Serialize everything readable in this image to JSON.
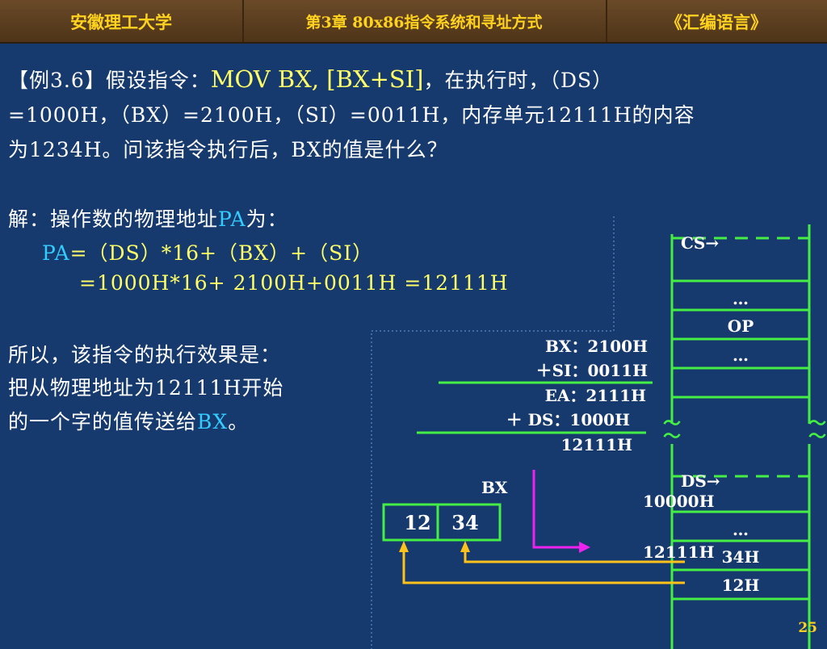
{
  "header": {
    "university": "安徽理工大学",
    "chapter": "第3章   80x86指令系统和寻址方式",
    "course": "《汇编语言》"
  },
  "problem": {
    "label": "【例3.6】",
    "intro": "假设指令：",
    "instruction": "MOV  BX, [BX+SI]",
    "line1_tail": "，在执行时，（DS）",
    "line2": "=1000H，（BX）=2100H，（SI）=0011H，内存单元12111H的内容",
    "line3": "为1234H。问该指令执行后，BX的值是什么？"
  },
  "solution": {
    "lead": "解：操作数的物理地址",
    "pa": "PA",
    "lead_tail": "为：",
    "formula_pa": "PA",
    "formula": "=（DS）*16+（BX）+（SI）",
    "result": "=1000H*16+ 2100H+0011H =12111H",
    "conclusion1": "所以，该指令的执行效果是：",
    "conclusion2": "把从物理地址为12111H开始",
    "conclusion3_pre": "的一个字的值传送给",
    "conclusion3_bx": "BX",
    "conclusion3_post": "。"
  },
  "calc": {
    "bx": "BX：2100H",
    "si": "＋SI：0011H",
    "ea": "EA：2111H",
    "ds": "＋ DS：1000H",
    "sum": "12111H"
  },
  "register": {
    "label": "BX",
    "high": "12",
    "low": "34"
  },
  "memory": {
    "cs_label": "CS→",
    "ds_label": "DS→",
    "cells_top": [
      "…",
      "OP",
      "…"
    ],
    "ds_addr": "10000H",
    "cells_bottom": [
      "…",
      "34H",
      "12H"
    ],
    "target_addr": "12111H",
    "break_mark": "～"
  },
  "page_number": "25"
}
